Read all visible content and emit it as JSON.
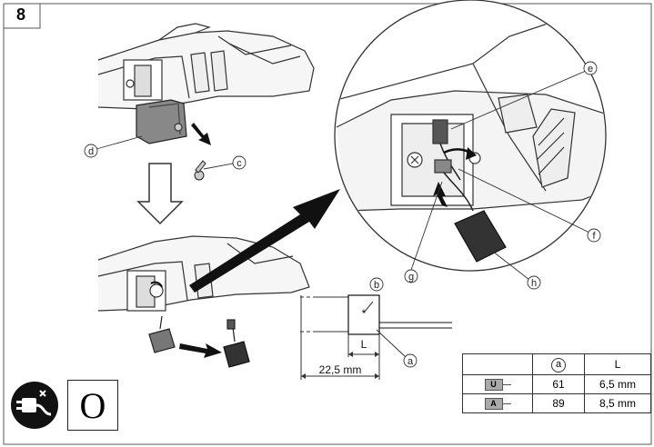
{
  "step_number": "8",
  "callouts": {
    "a": "a",
    "b": "b",
    "c": "c",
    "d": "d",
    "e": "e",
    "f": "f",
    "g": "g",
    "h": "h"
  },
  "dimensions": {
    "total_length": "22,5 mm",
    "brush_length_label": "L",
    "wear_mark": "*"
  },
  "spec_table": {
    "headers": [
      "a",
      "L"
    ],
    "rows": [
      {
        "badge": "U",
        "a": "61",
        "L": "6,5 mm"
      },
      {
        "badge": "A",
        "a": "89",
        "L": "8,5 mm"
      }
    ]
  },
  "safety_icons": {
    "unplug": "unplug-power-icon",
    "power_off": "O"
  }
}
